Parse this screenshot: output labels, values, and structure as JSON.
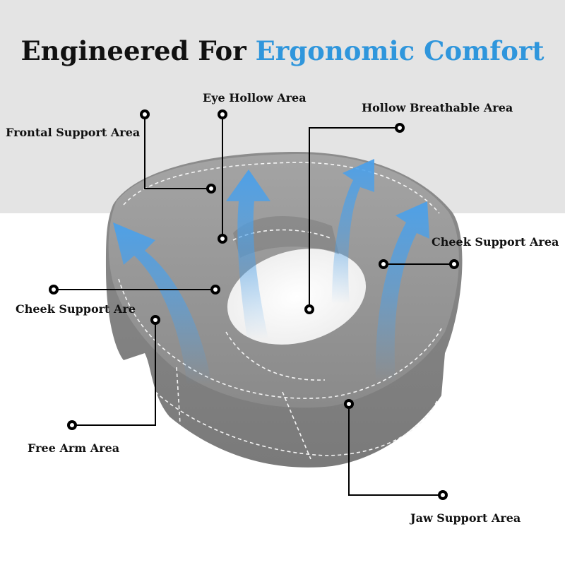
{
  "title": {
    "part1": "Engineered For ",
    "part2": "Ergonomic Comfort",
    "accent_color": "#2f96dc"
  },
  "labels": {
    "frontal": "Frontal Support Area",
    "eye": "Eye Hollow Area",
    "breathable": "Hollow Breathable Area",
    "cheek_right": "Cheek Support Area",
    "cheek_left": "Cheek Support Are",
    "free_arm": "Free Arm Area",
    "jaw": "Jaw Support Area"
  },
  "colors": {
    "background_top": "#e4e4e4",
    "pillow": "#8f8f8f",
    "arrow": "#4aa0ea"
  }
}
